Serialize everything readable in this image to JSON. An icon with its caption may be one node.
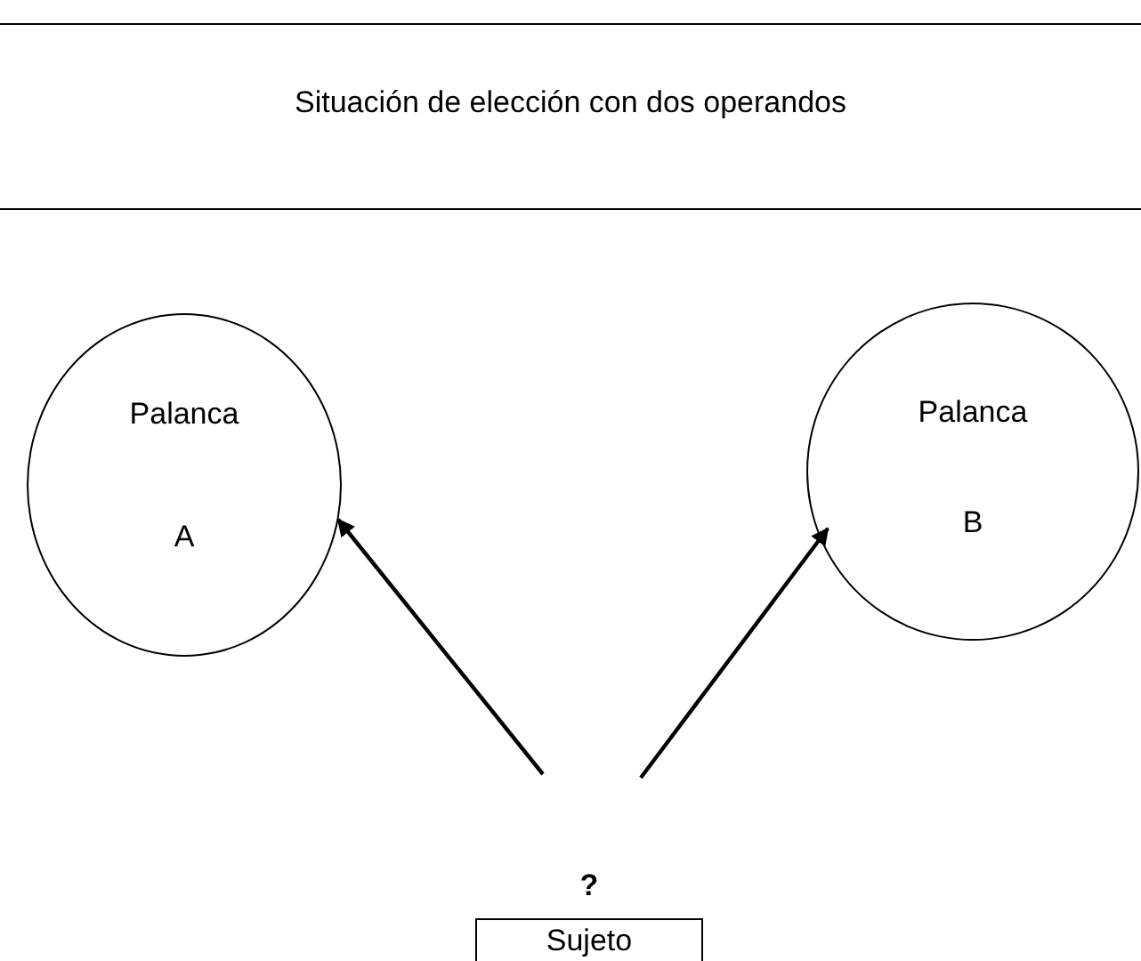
{
  "diagram": {
    "title": "Situación de elección con dos operandos",
    "nodes": [
      {
        "text": [
          "Palanca A"
        ]
      },
      {
        "text": [
          "Palanca B"
        ]
      },
      {
        "text": [
          "Sujeto"
        ],
        "beside": [
          "?"
        ]
      }
    ],
    "edges": [
      {
        "from": 2,
        "to": 0,
        "arrow": "to"
      },
      {
        "from": 2,
        "to": 1,
        "arrow": "to"
      }
    ]
  }
}
